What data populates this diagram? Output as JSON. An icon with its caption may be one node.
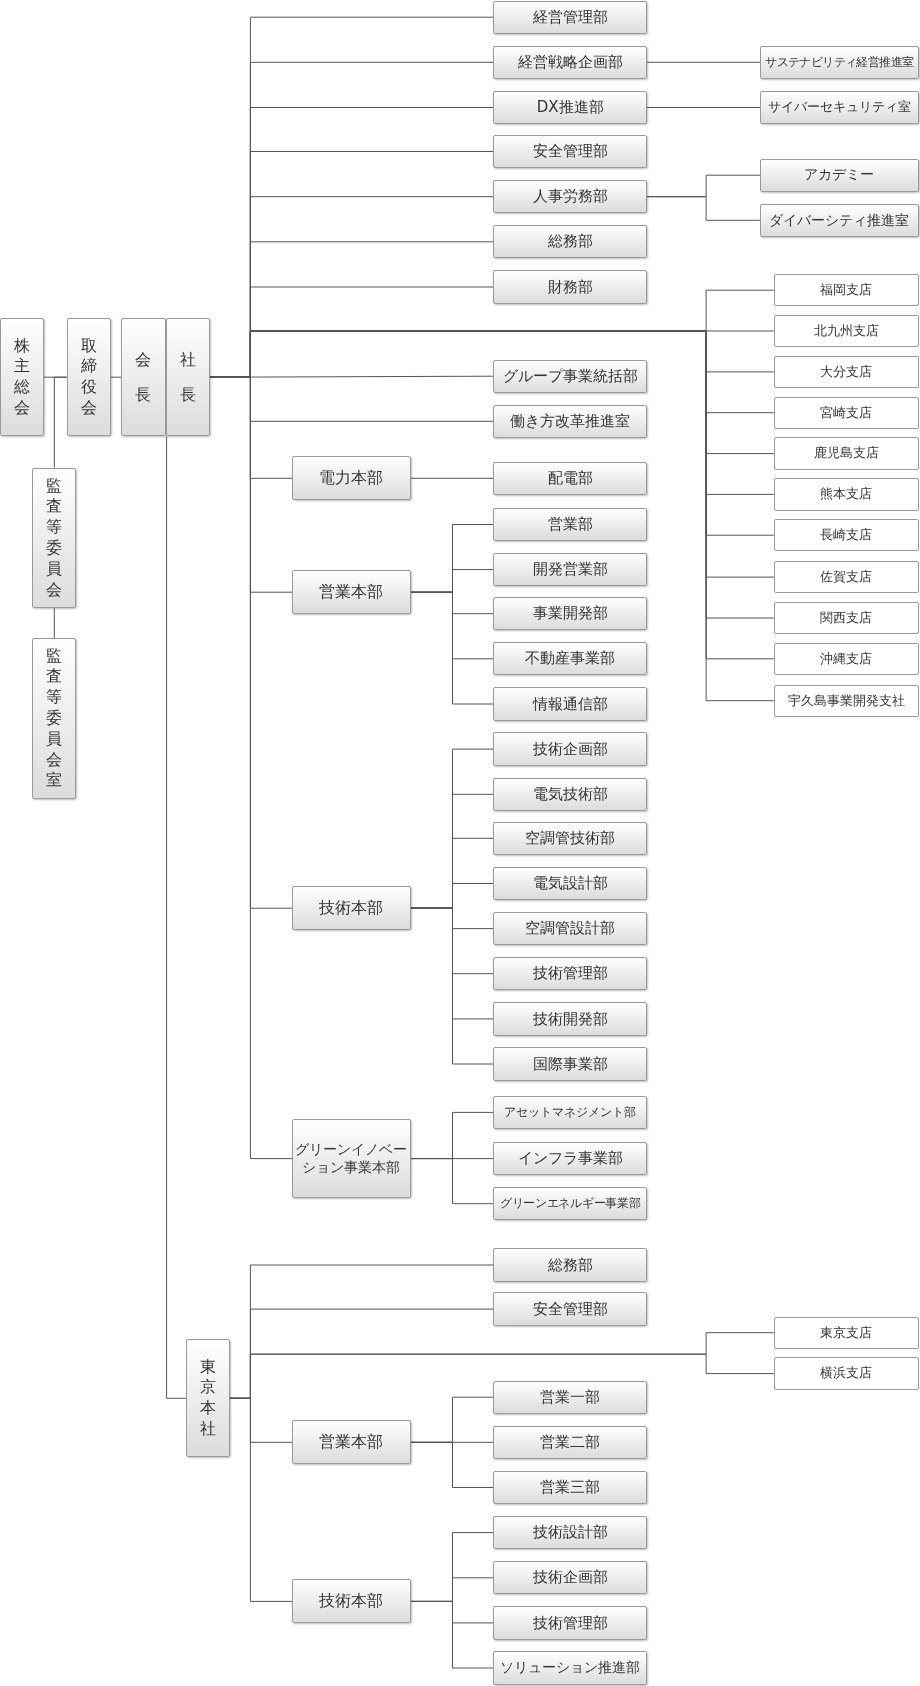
{
  "diagram": {
    "nodes": [
      {
        "text": [
          "株主総会"
        ]
      },
      {
        "text": [
          "取締役会"
        ]
      },
      {
        "text": [
          "会長"
        ]
      },
      {
        "text": [
          "社長"
        ]
      },
      {
        "text": [
          "監査等委員会"
        ]
      },
      {
        "text": [
          "監査等委員会室"
        ]
      },
      {
        "text": [
          "経営管理部"
        ]
      },
      {
        "text": [
          "経営戦略企画部"
        ]
      },
      {
        "text": [
          "サステナビリティ経営推進室"
        ]
      },
      {
        "text": [
          "DX推進部"
        ]
      },
      {
        "text": [
          "サイバーセキュリティ室"
        ]
      },
      {
        "text": [
          "安全管理部"
        ]
      },
      {
        "text": [
          "人事労務部"
        ]
      },
      {
        "text": [
          "アカデミー"
        ]
      },
      {
        "text": [
          "ダイバーシティ推進室"
        ]
      },
      {
        "text": [
          "総務部"
        ]
      },
      {
        "text": [
          "財務部"
        ]
      },
      {
        "text": [
          "福岡支店"
        ]
      },
      {
        "text": [
          "北九州支店"
        ]
      },
      {
        "text": [
          "大分支店"
        ]
      },
      {
        "text": [
          "宮崎支店"
        ]
      },
      {
        "text": [
          "鹿児島支店"
        ]
      },
      {
        "text": [
          "熊本支店"
        ]
      },
      {
        "text": [
          "長崎支店"
        ]
      },
      {
        "text": [
          "佐賀支店"
        ]
      },
      {
        "text": [
          "関西支店"
        ]
      },
      {
        "text": [
          "沖縄支店"
        ]
      },
      {
        "text": [
          "宇久島事業開発支社"
        ]
      },
      {
        "text": [
          "グループ事業統括部"
        ]
      },
      {
        "text": [
          "働き方改革推進室"
        ]
      },
      {
        "text": [
          "電力本部"
        ]
      },
      {
        "text": [
          "配電部"
        ]
      },
      {
        "text": [
          "営業本部"
        ]
      },
      {
        "text": [
          "営業部"
        ]
      },
      {
        "text": [
          "開発営業部"
        ]
      },
      {
        "text": [
          "事業開発部"
        ]
      },
      {
        "text": [
          "不動産事業部"
        ]
      },
      {
        "text": [
          "情報通信部"
        ]
      },
      {
        "text": [
          "技術本部"
        ]
      },
      {
        "text": [
          "技術企画部"
        ]
      },
      {
        "text": [
          "電気技術部"
        ]
      },
      {
        "text": [
          "空調管技術部"
        ]
      },
      {
        "text": [
          "電気設計部"
        ]
      },
      {
        "text": [
          "空調管設計部"
        ]
      },
      {
        "text": [
          "技術管理部"
        ]
      },
      {
        "text": [
          "技術開発部"
        ]
      },
      {
        "text": [
          "国際事業部"
        ]
      },
      {
        "text": [
          "グリーンイノベーション事業本部"
        ]
      },
      {
        "text": [
          "アセットマネジメント部"
        ]
      },
      {
        "text": [
          "インフラ事業部"
        ]
      },
      {
        "text": [
          "グリーンエネルギー事業部"
        ]
      },
      {
        "text": [
          "東京本社"
        ]
      },
      {
        "text": [
          "総務部"
        ]
      },
      {
        "text": [
          "安全管理部"
        ]
      },
      {
        "text": [
          "東京支店"
        ]
      },
      {
        "text": [
          "横浜支店"
        ]
      },
      {
        "text": [
          "営業本部"
        ]
      },
      {
        "text": [
          "営業一部"
        ]
      },
      {
        "text": [
          "営業二部"
        ]
      },
      {
        "text": [
          "営業三部"
        ]
      },
      {
        "text": [
          "技術本部"
        ]
      },
      {
        "text": [
          "技術設計部"
        ]
      },
      {
        "text": [
          "技術企画部"
        ]
      },
      {
        "text": [
          "技術管理部"
        ]
      },
      {
        "text": [
          "ソリューション推進部"
        ]
      }
    ],
    "edges": [
      {
        "from": 0,
        "to": 1,
        "arrow": "none"
      },
      {
        "from": 1,
        "to": 2,
        "arrow": "none"
      },
      {
        "from": 1,
        "to": 4,
        "arrow": "none"
      },
      {
        "from": 4,
        "to": 5,
        "arrow": "none"
      },
      {
        "from": 3,
        "to": 6,
        "arrow": "none"
      },
      {
        "from": 3,
        "to": 7,
        "arrow": "none"
      },
      {
        "from": 7,
        "to": 8,
        "arrow": "none"
      },
      {
        "from": 3,
        "to": 9,
        "arrow": "none"
      },
      {
        "from": 9,
        "to": 10,
        "arrow": "none"
      },
      {
        "from": 3,
        "to": 11,
        "arrow": "none"
      },
      {
        "from": 3,
        "to": 12,
        "arrow": "none"
      },
      {
        "from": 12,
        "to": 13,
        "arrow": "none"
      },
      {
        "from": 12,
        "to": 14,
        "arrow": "none"
      },
      {
        "from": 3,
        "to": 15,
        "arrow": "none"
      },
      {
        "from": 3,
        "to": 16,
        "arrow": "none"
      },
      {
        "from": 3,
        "to": 17,
        "arrow": "none"
      },
      {
        "from": 3,
        "to": 18,
        "arrow": "none"
      },
      {
        "from": 3,
        "to": 19,
        "arrow": "none"
      },
      {
        "from": 3,
        "to": 20,
        "arrow": "none"
      },
      {
        "from": 3,
        "to": 21,
        "arrow": "none"
      },
      {
        "from": 3,
        "to": 22,
        "arrow": "none"
      },
      {
        "from": 3,
        "to": 23,
        "arrow": "none"
      },
      {
        "from": 3,
        "to": 24,
        "arrow": "none"
      },
      {
        "from": 3,
        "to": 25,
        "arrow": "none"
      },
      {
        "from": 3,
        "to": 26,
        "arrow": "none"
      },
      {
        "from": 3,
        "to": 27,
        "arrow": "none"
      },
      {
        "from": 3,
        "to": 28,
        "arrow": "none"
      },
      {
        "from": 3,
        "to": 29,
        "arrow": "none"
      },
      {
        "from": 3,
        "to": 30,
        "arrow": "none"
      },
      {
        "from": 30,
        "to": 31,
        "arrow": "none"
      },
      {
        "from": 3,
        "to": 32,
        "arrow": "none"
      },
      {
        "from": 32,
        "to": 33,
        "arrow": "none"
      },
      {
        "from": 32,
        "to": 34,
        "arrow": "none"
      },
      {
        "from": 32,
        "to": 35,
        "arrow": "none"
      },
      {
        "from": 32,
        "to": 36,
        "arrow": "none"
      },
      {
        "from": 32,
        "to": 37,
        "arrow": "none"
      },
      {
        "from": 3,
        "to": 38,
        "arrow": "none"
      },
      {
        "from": 38,
        "to": 39,
        "arrow": "none"
      },
      {
        "from": 38,
        "to": 40,
        "arrow": "none"
      },
      {
        "from": 38,
        "to": 41,
        "arrow": "none"
      },
      {
        "from": 38,
        "to": 42,
        "arrow": "none"
      },
      {
        "from": 38,
        "to": 43,
        "arrow": "none"
      },
      {
        "from": 38,
        "to": 44,
        "arrow": "none"
      },
      {
        "from": 38,
        "to": 45,
        "arrow": "none"
      },
      {
        "from": 38,
        "to": 46,
        "arrow": "none"
      },
      {
        "from": 3,
        "to": 47,
        "arrow": "none"
      },
      {
        "from": 47,
        "to": 48,
        "arrow": "none"
      },
      {
        "from": 47,
        "to": 49,
        "arrow": "none"
      },
      {
        "from": 47,
        "to": 50,
        "arrow": "none"
      },
      {
        "from": 3,
        "to": 51,
        "arrow": "none"
      },
      {
        "from": 51,
        "to": 52,
        "arrow": "none"
      },
      {
        "from": 51,
        "to": 53,
        "arrow": "none"
      },
      {
        "from": 51,
        "to": 54,
        "arrow": "none"
      },
      {
        "from": 51,
        "to": 55,
        "arrow": "none"
      },
      {
        "from": 51,
        "to": 56,
        "arrow": "none"
      },
      {
        "from": 56,
        "to": 57,
        "arrow": "none"
      },
      {
        "from": 56,
        "to": 58,
        "arrow": "none"
      },
      {
        "from": 56,
        "to": 59,
        "arrow": "none"
      },
      {
        "from": 51,
        "to": 60,
        "arrow": "none"
      },
      {
        "from": 60,
        "to": 61,
        "arrow": "none"
      },
      {
        "from": 60,
        "to": 62,
        "arrow": "none"
      },
      {
        "from": 60,
        "to": 63,
        "arrow": "none"
      },
      {
        "from": 60,
        "to": 64,
        "arrow": "none"
      }
    ]
  }
}
